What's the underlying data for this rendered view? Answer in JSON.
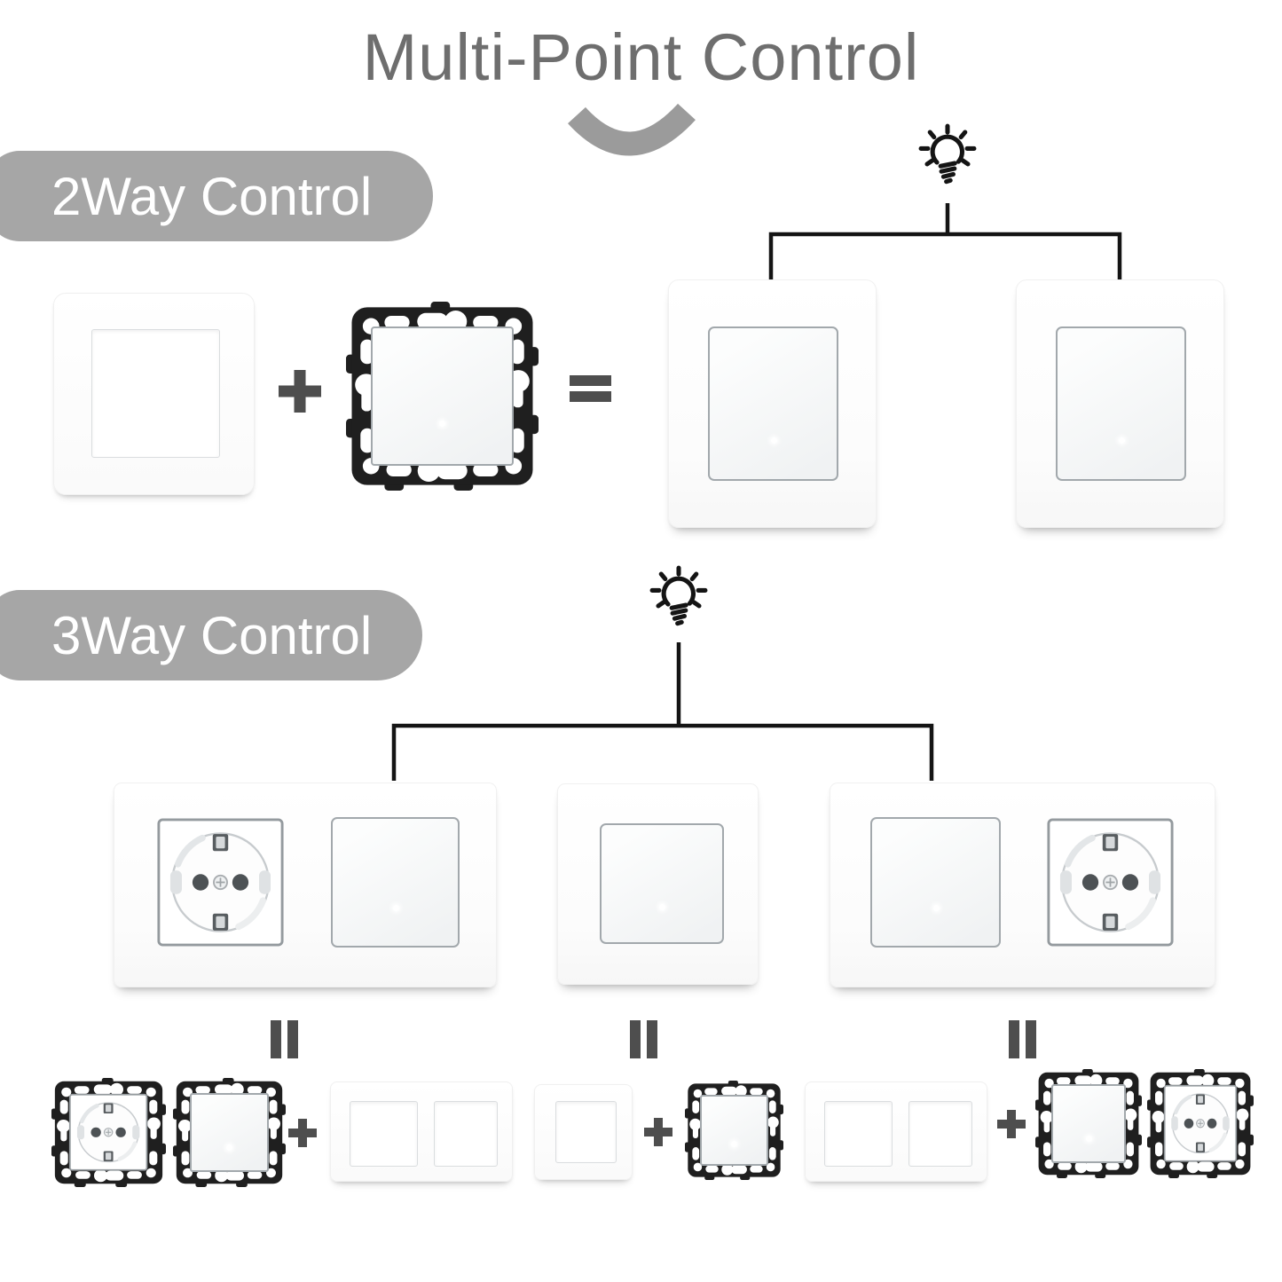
{
  "title": {
    "text": "Multi-Point Control"
  },
  "sections": {
    "two_way": {
      "label": "2Way Control"
    },
    "three_way": {
      "label": "3Way Control"
    }
  },
  "colors": {
    "background": "#ffffff",
    "title_text": "#6e6e6e",
    "section_pill": "#a6a6a6",
    "pill_text": "#ffffff",
    "swoosh": "#9b9b9b",
    "operator": "#4e4e4e",
    "wire": "#141414",
    "bracket": "#1f1f1f",
    "rocker_border": "#a2a8ac",
    "socket_pinhole": "#4d5255"
  },
  "icons": {
    "swoosh": "down-curved-arc",
    "bulb": "hand-drawn-light-bulb-with-rays",
    "plus": "plus-sign",
    "equals": "equals-sign",
    "equivalent": "vertical-equals-bars",
    "bracket": "black-mounting-plate-with-slots",
    "socket": "eu-schuko-socket-face"
  },
  "diagram": {
    "two_way": {
      "bulb_count": 1,
      "equation": [
        "empty-frame",
        "plus",
        "switch-module-on-mounting-plate",
        "equals",
        "wall-switch",
        "wall-switch"
      ]
    },
    "three_way": {
      "bulb_count": 1,
      "wall_plates": [
        "double-plate-socket-and-switch",
        "single-plate-switch",
        "double-plate-switch-and-socket"
      ],
      "equations": [
        [
          "socket-module",
          "switch-module",
          "plus",
          "double-frame"
        ],
        [
          "single-frame",
          "plus",
          "switch-module"
        ],
        [
          "double-frame",
          "plus",
          "switch-module",
          "socket-module"
        ]
      ]
    }
  }
}
